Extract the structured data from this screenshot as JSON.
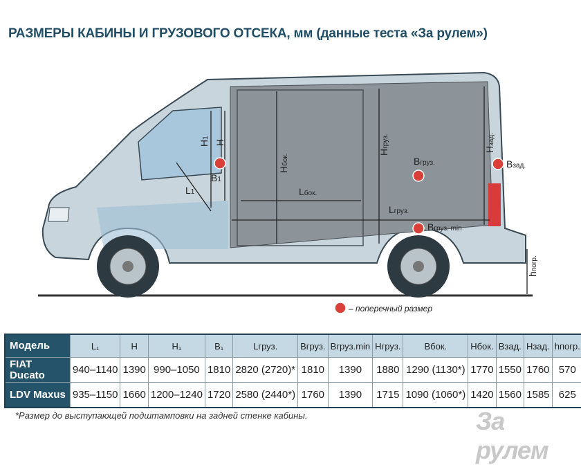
{
  "title": "РАЗМЕРЫ КАБИНЫ И ГРУЗОВОГО ОТСЕКА, мм (данные теста «За рулем»)",
  "diagram": {
    "labels": {
      "H1": "H",
      "H1_sub": "1",
      "H": "H",
      "B1": "B",
      "B1_sub": "1",
      "L1": "L",
      "L1_sub": "1",
      "Hbok": "H",
      "Hbok_sub": "бок.",
      "Lbok": "L",
      "Lbok_sub": "бок.",
      "Hgruz": "H",
      "Hgruz_sub": "груз.",
      "Bgruz": "B",
      "Bgruz_sub": "груз.",
      "Hzad": "H",
      "Hzad_sub": "зад.",
      "Bzad": "B",
      "Bzad_sub": "зад.",
      "Lgruz": "L",
      "Lgruz_sub": "груз.",
      "Bgruzmin": "B",
      "Bgruzmin_sub": "груз. min",
      "hpogr": "h",
      "hpogr_sub": "погр."
    },
    "legend": "– поперечный размер",
    "colors": {
      "body": "#c9d5dc",
      "cargo": "#8c9499",
      "cab_glass": "#a9c7dc",
      "marker": "#d9403a",
      "taillight": "#d93a3a"
    }
  },
  "table": {
    "headers": [
      "Модель",
      "L₁",
      "H",
      "H₁",
      "B₁",
      "Lгруз.",
      "Bгруз.",
      "Bгруз.min",
      "Hгруз.",
      "Bбок.",
      "Hбок.",
      "Bзад.",
      "Hзад.",
      "hпогр."
    ],
    "rows": [
      [
        "FIAT Ducato",
        "940–1140",
        "1390",
        "990–1050",
        "1810",
        "2820 (2720)*",
        "1810",
        "1390",
        "1880",
        "1290 (1130*)",
        "1770",
        "1550",
        "1760",
        "570"
      ],
      [
        "LDV Maxus",
        "935–1150",
        "1660",
        "1200–1240",
        "1720",
        "2580 (2440*)",
        "1760",
        "1390",
        "1715",
        "1090 (1060*)",
        "1420",
        "1560",
        "1585",
        "625"
      ]
    ]
  },
  "footnote": "*Размер до выступающей подштамповки на задней стенке кабины.",
  "logo": "За рулем"
}
